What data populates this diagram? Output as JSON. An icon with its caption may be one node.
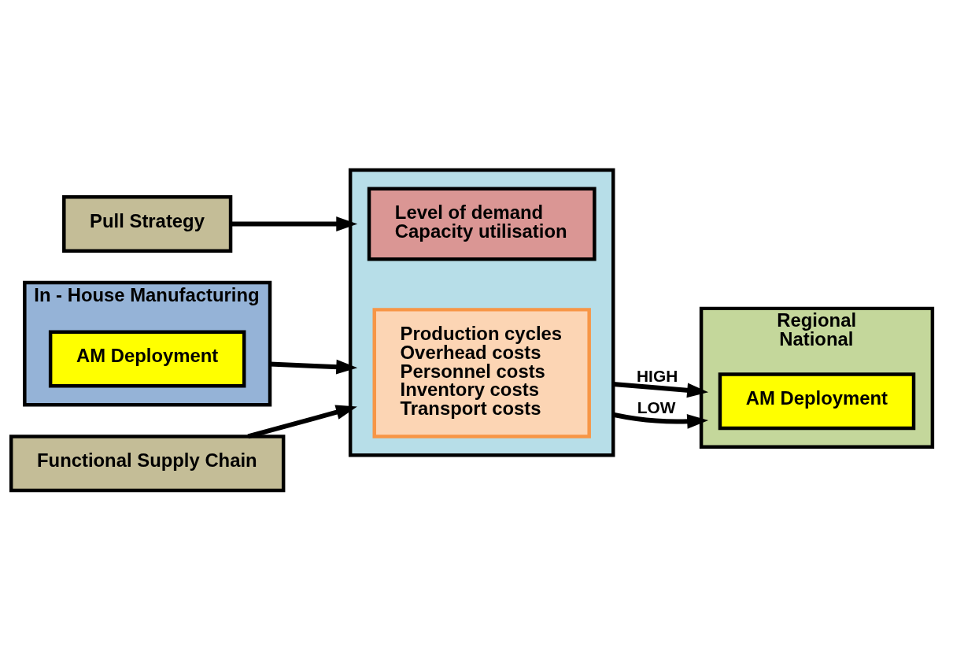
{
  "diagram": {
    "nodes": [
      {
        "text": [
          "Pull Strategy"
        ]
      },
      {
        "text": [
          "In - House Manufacturing"
        ]
      },
      {
        "text": [
          "AM Deployment"
        ],
        "in": 1
      },
      {
        "text": [],
        "shape": "box"
      },
      {
        "text": [
          "Level of demand",
          "Capacity utilisation"
        ],
        "in": 3
      },
      {
        "text": [
          "Production cycles",
          "Overhead costs",
          "Personnel costs",
          "Inventory costs",
          "Transport costs"
        ],
        "in": 3
      },
      {
        "text": [
          "Regional",
          "National"
        ]
      },
      {
        "text": [
          "AM Deployment"
        ],
        "in": 6
      },
      {
        "text": [
          "Functional Supply Chain"
        ]
      }
    ],
    "edges": [
      {
        "from": 0,
        "to": 3,
        "arrow": "to"
      },
      {
        "from": 1,
        "to": 3,
        "arrow": "to"
      },
      {
        "from": 8,
        "to": 3,
        "arrow": "to"
      },
      {
        "from": 3,
        "to": 6,
        "arrow": "to",
        "label": "HIGH"
      },
      {
        "from": 3,
        "to": 6,
        "arrow": "to",
        "label": "LOW"
      }
    ]
  }
}
